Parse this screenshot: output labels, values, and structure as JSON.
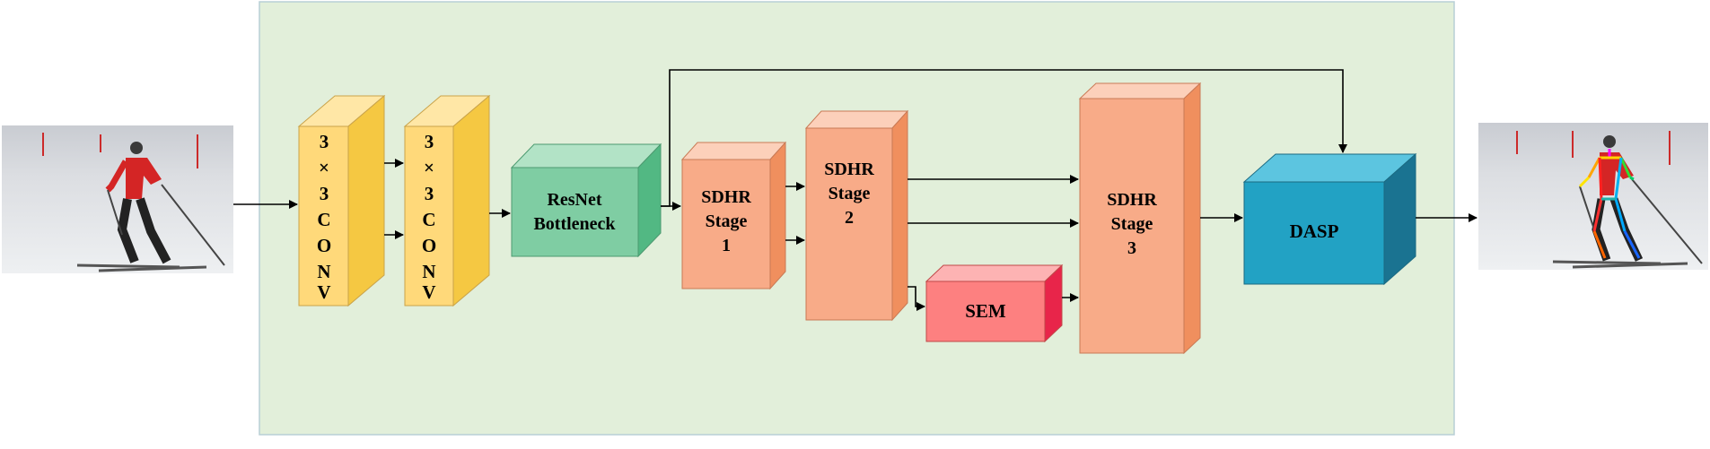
{
  "colors": {
    "panel_fill": "#e2efda",
    "panel_border": "#b8cfd6",
    "conv_front": "#ffd97a",
    "resnet_front": "#7fcda3",
    "sdhr_front": "#f8ab88",
    "sem_front": "#fd8080",
    "dasp_front": "#22a2c4",
    "arrow": "#000000"
  },
  "blocks": {
    "conv1": {
      "lines": [
        "3",
        "×",
        "3",
        "C",
        "O",
        "N",
        "V"
      ]
    },
    "conv2": {
      "lines": [
        "3",
        "×",
        "3",
        "C",
        "O",
        "N",
        "V"
      ]
    },
    "resnet": {
      "lines": [
        "ResNet",
        "Bottleneck"
      ]
    },
    "sdhr1": {
      "lines": [
        "SDHR",
        "Stage",
        "1"
      ]
    },
    "sdhr2": {
      "lines": [
        "SDHR",
        "Stage",
        "2"
      ]
    },
    "sem": {
      "lines": [
        "SEM"
      ]
    },
    "sdhr3": {
      "lines": [
        "SDHR",
        "Stage",
        "3"
      ]
    },
    "dasp": {
      "lines": [
        "DASP"
      ]
    }
  },
  "images": {
    "input": {
      "subject": "skier in red jacket on snowy slope"
    },
    "output": {
      "subject": "skier with pose keypoint overlay"
    }
  }
}
